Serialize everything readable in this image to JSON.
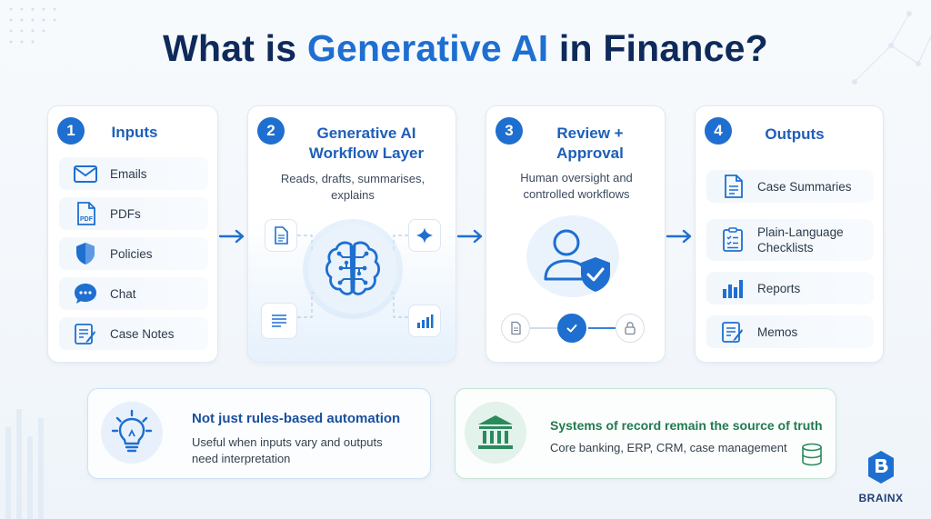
{
  "title": {
    "prefix": "What is ",
    "accent": "Generative AI",
    "suffix": " in Finance?"
  },
  "steps": [
    {
      "number": "1",
      "title": "Inputs",
      "items": [
        "Emails",
        "PDFs",
        "Policies",
        "Chat",
        "Case Notes"
      ]
    },
    {
      "number": "2",
      "title_line1": "Generative AI",
      "title_line2": "Workflow Layer",
      "sub_line1": "Reads, drafts, summarises,",
      "sub_line2": "explains"
    },
    {
      "number": "3",
      "title_line1": "Review +",
      "title_line2": "Approval",
      "sub_line1": "Human oversight and",
      "sub_line2": "controlled workflows"
    },
    {
      "number": "4",
      "title": "Outputs",
      "items": [
        "Case Summaries",
        "Plain-Language",
        "Checklists",
        "Reports",
        "Memos"
      ]
    }
  ],
  "icons": {
    "pdf_label": "PDF"
  },
  "notes": [
    {
      "title": "Not just rules-based automation",
      "text_line1": "Useful when inputs vary and outputs",
      "text_line2": "need interpretation"
    },
    {
      "title": "Systems of record remain the source of truth",
      "text_line1": "Core banking, ERP, CRM, case management"
    }
  ],
  "brand": "BRAINX",
  "colors": {
    "primary": "#1e6fd0",
    "navy": "#0e2a5a",
    "green": "#2a8a5e"
  }
}
